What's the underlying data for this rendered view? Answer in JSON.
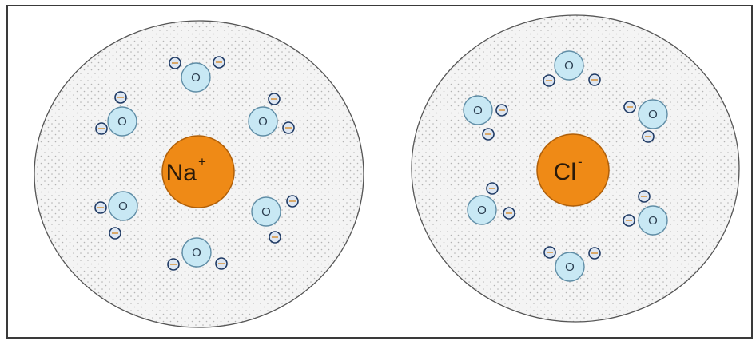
{
  "colors": {
    "border": "#3a3a3a",
    "region_fill": "#f4f4f4",
    "region_stroke": "#555555",
    "dots": "#b3b3b3",
    "ion_fill": "#ef8a16",
    "ion_stroke": "#b05f08",
    "oxygen_fill": "#c8e8f4",
    "oxygen_stroke": "#5f8da6",
    "h_fill": "#dde6f2",
    "h_stroke": "#1f3a64",
    "h_tint": "#d9a25b"
  },
  "diagram": {
    "left_region": {
      "ion": {
        "symbol": "Na",
        "charge": "+"
      },
      "oxygen_label": "O"
    },
    "right_region": {
      "ion": {
        "symbol": "Cl",
        "charge": "-"
      },
      "oxygen_label": "O"
    }
  }
}
